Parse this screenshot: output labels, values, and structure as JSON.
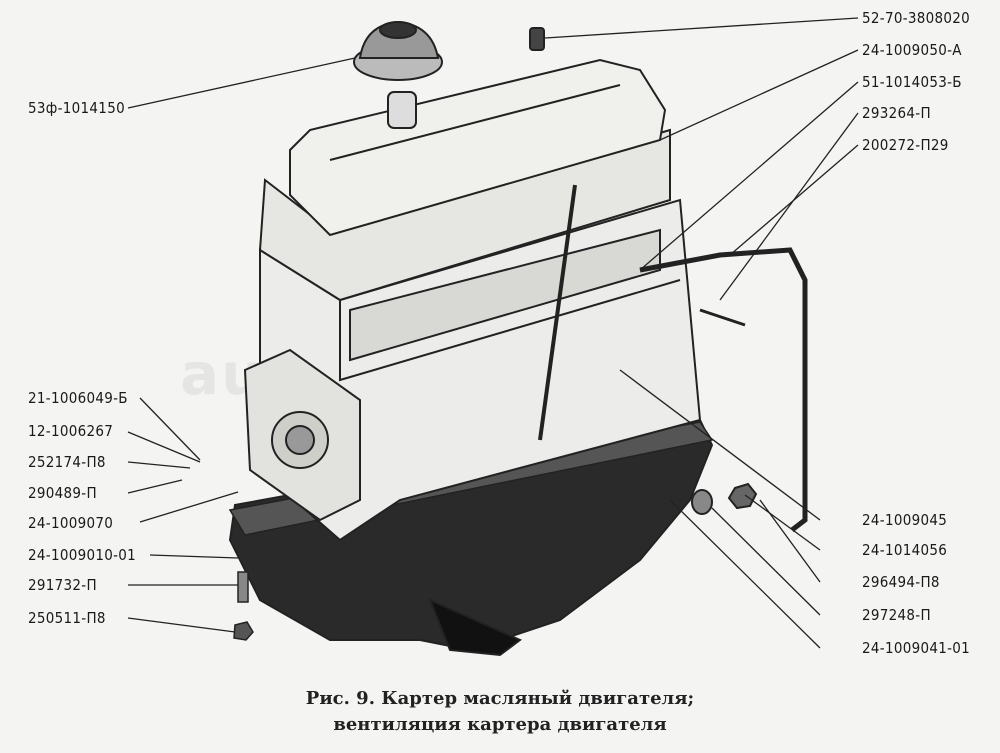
{
  "watermark": "autopiter.ru",
  "labels_left": [
    "53ф-1014150",
    "21-1006049-Б",
    "12-1006267",
    "252174-П8",
    "290489-П",
    "24-1009070",
    "24-1009010-01",
    "291732-П",
    "250511-П8"
  ],
  "labels_right": [
    "52-70-3808020",
    "24-1009050-А",
    "51-1014053-Б",
    "293264-П",
    "200272-П29",
    "24-1009045",
    "24-1014056",
    "296494-П8",
    "297248-П",
    "24-1009041-01"
  ],
  "caption": {
    "line1": "Рис.   9. Картер масляный двигателя;",
    "line2": "вентиляция картера двигателя"
  }
}
